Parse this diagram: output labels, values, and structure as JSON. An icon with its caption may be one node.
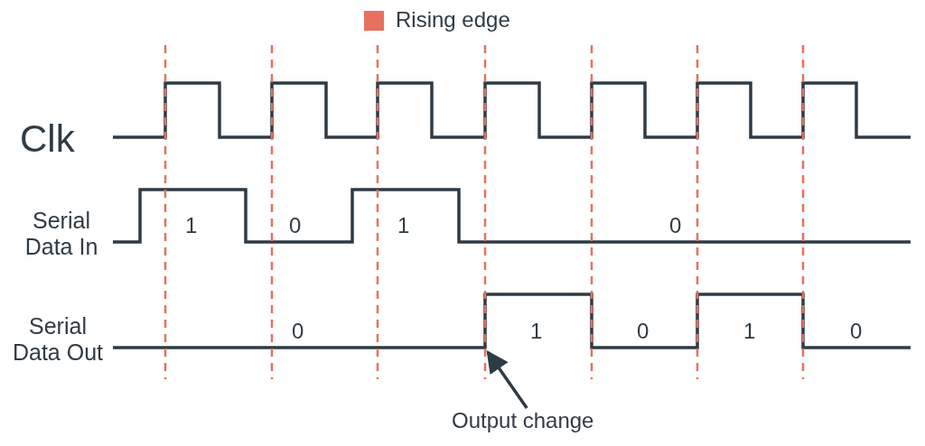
{
  "diagram": {
    "nodes": [
      {
        "text": [
          "Output change"
        ]
      },
      {
        "text": [],
        "shape": "line"
      }
    ],
    "edges": [
      {
        "from": 0,
        "to": 1,
        "arrow": "to"
      }
    ],
    "labels": [
      "Clk",
      "Serial Data In",
      "Serial Data Out",
      "1",
      "0",
      "1",
      "0",
      "0",
      "1",
      "0",
      "1",
      "0"
    ],
    "legend": [
      {
        "text": "Rising edge",
        "color": "#e8705f"
      }
    ]
  }
}
